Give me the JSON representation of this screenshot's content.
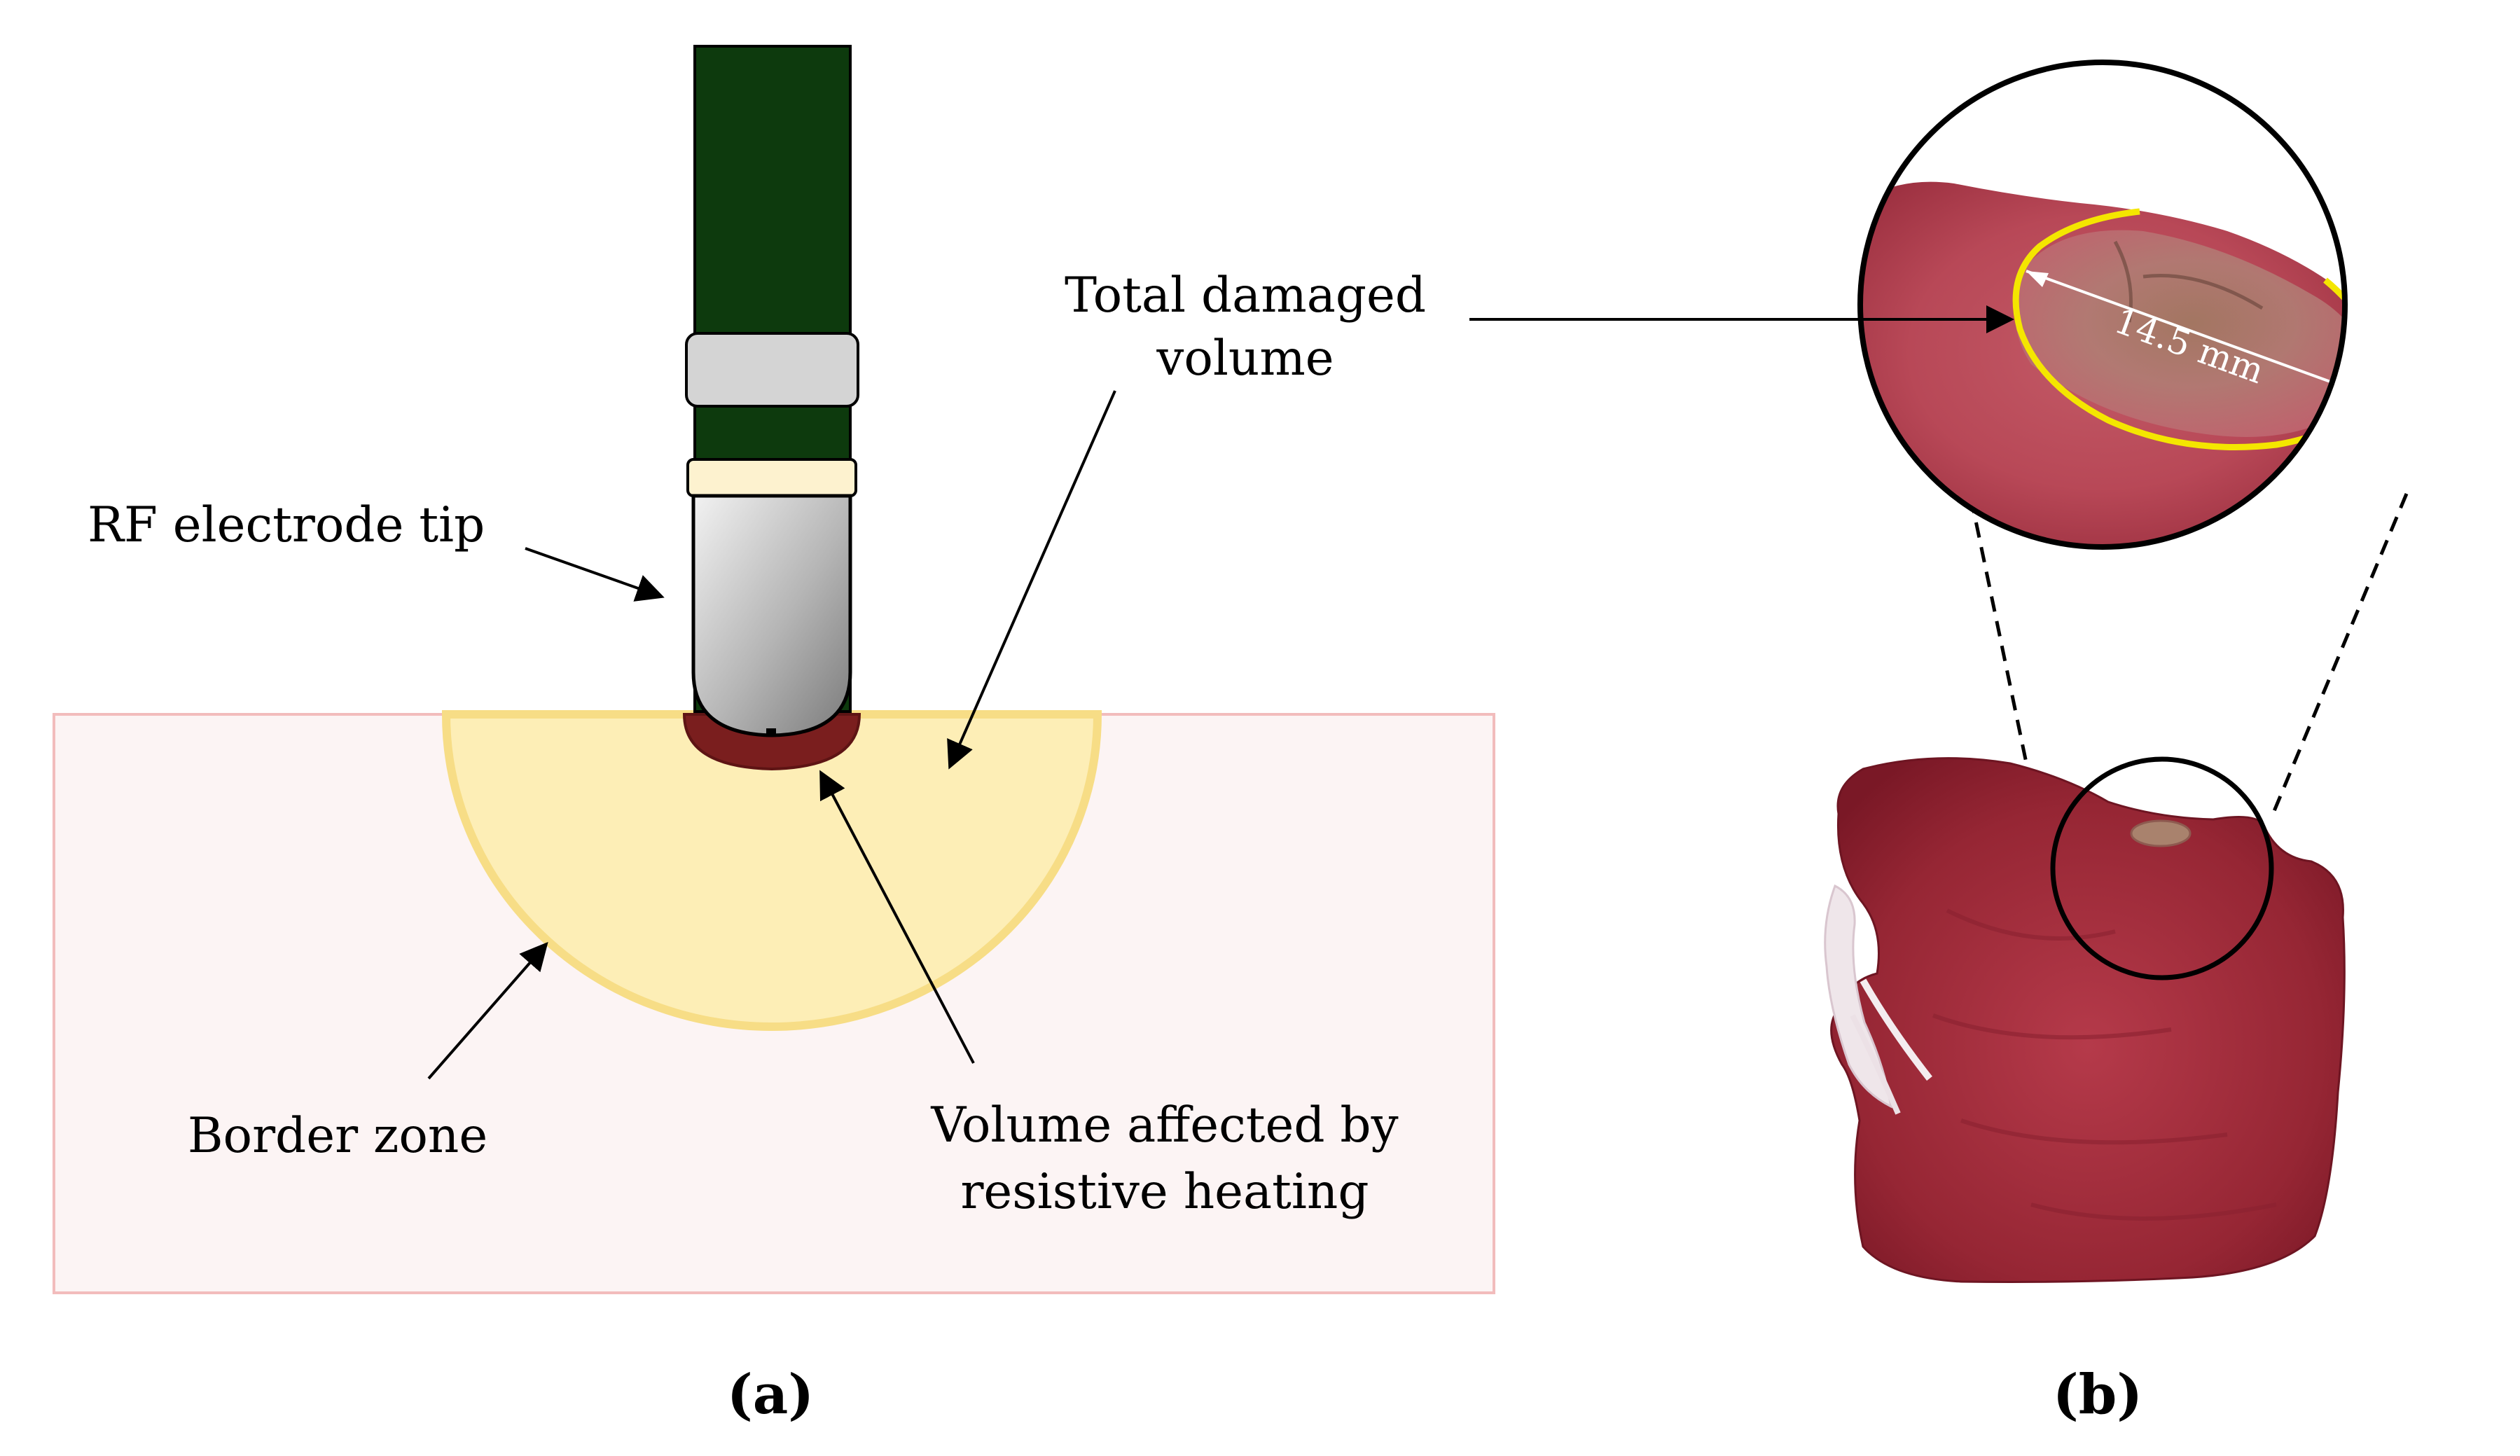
{
  "panel_a": {
    "caption": "(a)",
    "labels": {
      "electrode": "RF electrode tip",
      "total_volume_line1": "Total damaged",
      "total_volume_line2": "volume",
      "border_zone": "Border zone",
      "resistive_line1": "Volume affected by",
      "resistive_line2": "resistive heating"
    }
  },
  "panel_b": {
    "caption": "(b)",
    "measurement": "14.5 mm"
  },
  "colors": {
    "tissue_block": "#fcf4f4",
    "tissue_border": "#f2bcbc",
    "border_zone_fill": "#fdeeb6",
    "border_zone_edge": "#f7dd86",
    "resistive_zone": "#7a1e1e",
    "electrode_shaft": "#0d3a0d",
    "ring_gray": "#d4d4d4",
    "ring_cream": "#fdf2cf",
    "lesion_outline": "#f4e600",
    "meat": "#a8313f"
  }
}
